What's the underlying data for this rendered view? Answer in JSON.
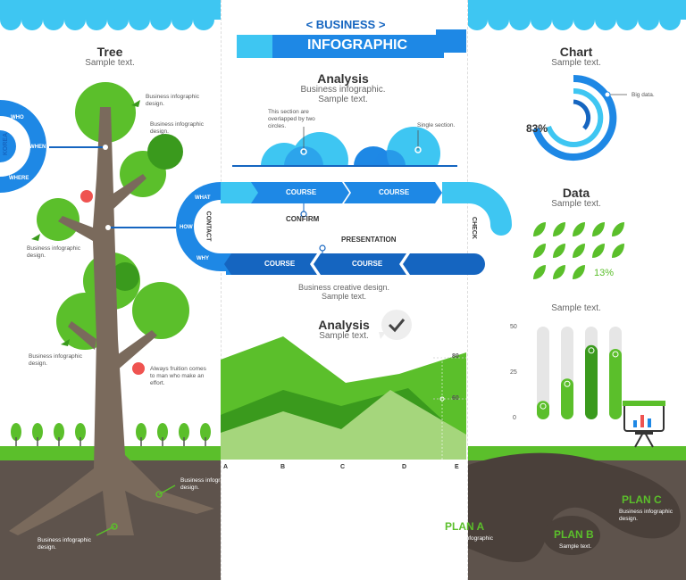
{
  "colors": {
    "sky": "#3ec6f2",
    "blue": "#1e88e5",
    "navy": "#1565c0",
    "green": "#5bbf2b",
    "darkgreen": "#3a9a1d",
    "soil": "#5e534c",
    "trunk": "#7a6a5c"
  },
  "header": {
    "business": "< BUSINESS >",
    "infographic": "INFOGRAPHIC"
  },
  "tree": {
    "title": "Tree",
    "subtitle": "Sample text.",
    "ring_labels": [
      "WHO",
      "WHEN",
      "WHERE"
    ],
    "ring_side": "KOREA",
    "notes": [
      "Business infographic design.",
      "Business infographic design.",
      "Business infographic design.",
      "Business infographic design.",
      "Always fruition comes to man who make an effort."
    ]
  },
  "analysis1": {
    "title": "Analysis",
    "subtitle": "Business infographic. Sample text.",
    "note_left": "This section are overlapped by two circles.",
    "note_right": "Single section."
  },
  "flow": {
    "ring_labels": [
      "WHAT",
      "HOW",
      "WHY"
    ],
    "contact": "CONTACT",
    "check": "CHECK",
    "top": [
      "COURSE",
      "COURSE"
    ],
    "bottom": [
      "COURSE",
      "COURSE"
    ],
    "confirm": "CONFIRM",
    "presentation": "PRESENTATION",
    "caption": "Business creative design. Sample text."
  },
  "analysis2": {
    "title": "Analysis",
    "subtitle": "Sample text."
  },
  "area_chart": {
    "categories": [
      "A",
      "B",
      "C",
      "D",
      "E"
    ],
    "ticks": [
      "80",
      "60"
    ]
  },
  "chart": {
    "title": "Chart",
    "subtitle": "Sample text.",
    "percent": "83%",
    "note": "Big data."
  },
  "data": {
    "title": "Data",
    "subtitle": "Sample text.",
    "percent": "13%"
  },
  "bars": {
    "label": "Sample text.",
    "ticks": [
      "50",
      "25",
      "0"
    ],
    "values": [
      10,
      22,
      40,
      38
    ]
  },
  "ground": {
    "notes": [
      "Business infographic design.",
      "Business infographic design.",
      "Business infographic design."
    ],
    "plan_a": "PLAN A",
    "plan_a_sub": "Business infographic design.",
    "plan_b": "PLAN B",
    "plan_b_sub": "Sample text.",
    "plan_c": "PLAN C",
    "plan_c_sub": "Business infographic design."
  }
}
